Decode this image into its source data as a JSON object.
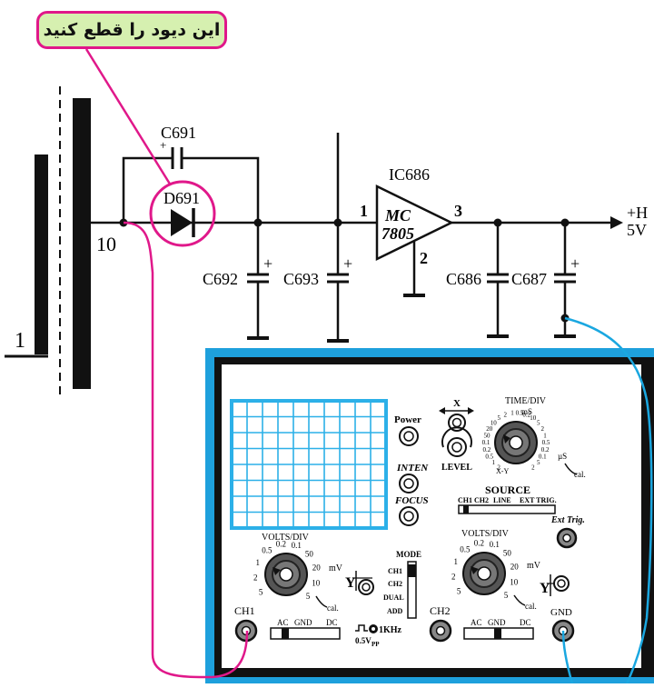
{
  "callout": {
    "text": "این دیود را قطع کنید"
  },
  "colors": {
    "accent_magenta": "#e0188a",
    "probe_blue": "#1aa7e0",
    "scope_frame": "#1ea0dc",
    "screen_grid": "#2cb0e8",
    "callout_fill": "#d6f0b0"
  },
  "circuit": {
    "transformer_pin1": "1",
    "transformer_pin10": "10",
    "c691": "C691",
    "d691": "D691",
    "c692": "C692",
    "c693": "C693",
    "ic_name": "IC686",
    "ic_line1": "MC",
    "ic_line2": "7805",
    "ic_pin1": "1",
    "ic_pin2": "2",
    "ic_pin3": "3",
    "c686": "C686",
    "c687": "C687",
    "out_line1": "+H",
    "out_line2": "5V",
    "plus": "+"
  },
  "scope": {
    "power": "Power",
    "inten": "INTEN",
    "focus": "FOCUS",
    "x": "X",
    "level": "LEVEL",
    "time_div": "TIME/DIV",
    "ms": "mS",
    "us": "µS",
    "xy": "X-Y",
    "cal": "cal.",
    "source": "SOURCE",
    "src_ch1": "CH1",
    "src_ch2": "CH2",
    "src_line": "LINE",
    "src_ext": "EXT TRIG.",
    "volts_div": "VOLTS/DIV",
    "mv": "mV",
    "y": "Y",
    "mode": "MODE",
    "mode_ch1": "CH1",
    "mode_ch2": "CH2",
    "mode_dual": "DUAL",
    "mode_add": "ADD",
    "ext_trig": "Ext Trig.",
    "ch1": "CH1",
    "ch2": "CH2",
    "gnd": "GND",
    "ac": "AC",
    "gnd_sw": "GND",
    "dc": "DC",
    "cal_khz": "1KHz",
    "cal_v": "0.5V",
    "cal_pp": "PP",
    "volts_scale": [
      "5",
      "2",
      "1",
      "0.5",
      "0.2",
      "0.1",
      "50",
      "20",
      "10",
      "5"
    ],
    "time_scale": [
      "2",
      "1",
      "0.5",
      "0.2",
      "0.1",
      "50",
      "20",
      "10",
      "5",
      "2",
      "1",
      "0.5",
      "0.2",
      "10",
      "5",
      "2",
      "1",
      "0.5",
      "0.2",
      "0.1",
      "5",
      "2"
    ]
  }
}
